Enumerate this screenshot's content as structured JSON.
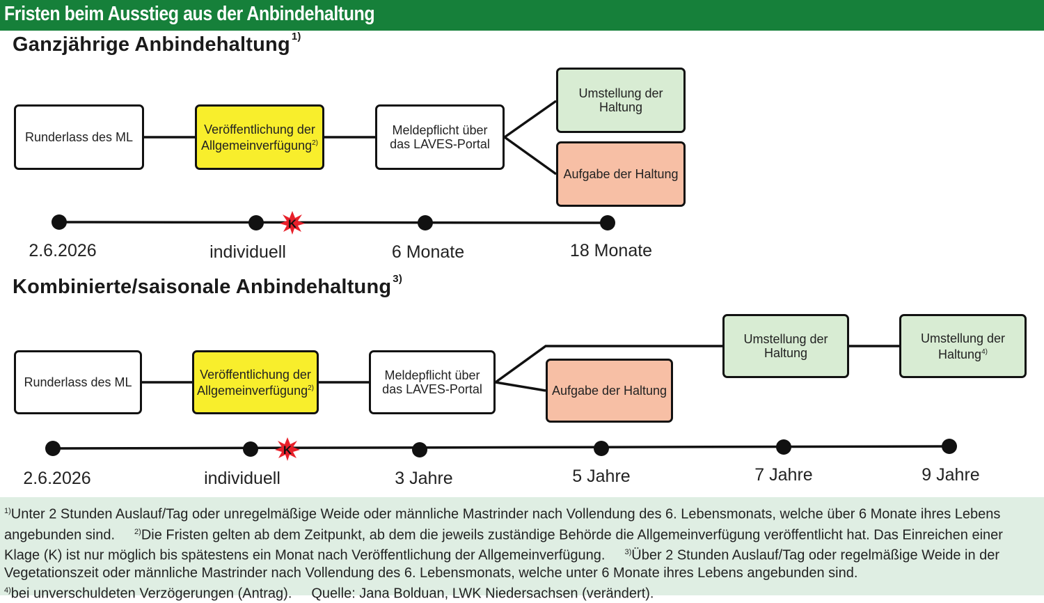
{
  "header": {
    "title": "Fristen beim Ausstieg aus der Anbindehaltung"
  },
  "section1": {
    "title": "Ganzjährige Anbindehaltung",
    "title_sup": "1)",
    "boxes": {
      "runderlass": "Runderlass des ML",
      "veroeffentlichung_l1": "Veröffentlichung der",
      "veroeffentlichung_l2": "Allgemeinverfügung",
      "veroeffentlichung_sup": "2)",
      "meldepflicht_l1": "Meldepflicht über",
      "meldepflicht_l2": "das LAVES-Portal",
      "umstellung_l1": "Umstellung der",
      "umstellung_l2": "Haltung",
      "aufgabe": "Aufgabe der Haltung"
    },
    "timeline": [
      "2.6.2026",
      "individuell",
      "6 Monate",
      "18 Monate"
    ],
    "klage_marker": "K"
  },
  "section2": {
    "title": "Kombinierte/saisonale Anbindehaltung",
    "title_sup": "3)",
    "boxes": {
      "runderlass": "Runderlass des ML",
      "veroeffentlichung_l1": "Veröffentlichung der",
      "veroeffentlichung_l2": "Allgemeinverfügung",
      "veroeffentlichung_sup": "2)",
      "meldepflicht_l1": "Meldepflicht über",
      "meldepflicht_l2": "das LAVES-Portal",
      "aufgabe": "Aufgabe der Haltung",
      "umstellung1_l1": "Umstellung der",
      "umstellung1_l2": "Haltung",
      "umstellung2_l1": "Umstellung der",
      "umstellung2_l2": "Haltung",
      "umstellung2_sup": "4)"
    },
    "timeline": [
      "2.6.2026",
      "individuell",
      "3 Jahre",
      "5 Jahre",
      "7 Jahre",
      "9 Jahre"
    ],
    "klage_marker": "K"
  },
  "footnotes": {
    "n1_mark": "1)",
    "n1": "Unter 2 Stunden Auslauf/Tag oder unregelmäßige Weide oder männliche Mastrinder nach Vollendung des 6. Lebensmonats, welche über 6 Monate ihres Lebens angebunden sind.",
    "n2_mark": "2)",
    "n2": "Die Fristen gelten ab dem Zeitpunkt, ab dem die jeweils zuständige Behörde die Allgemeinverfügung veröffentlicht hat. Das Einreichen einer Klage (K) ist nur möglich bis spätestens ein Monat nach Veröffentlichung der Allgemeinverfügung.",
    "n3_mark": "3)",
    "n3": "Über 2 Stunden Auslauf/Tag oder regelmäßige Weide in der Vegetationszeit oder männliche Mastrinder nach Vollendung des 6. Lebensmonats, welche unter 6 Monate ihres Lebens angebunden sind.",
    "n4_mark": "4)",
    "n4": "bei unverschuldeten Verzögerungen (Antrag).",
    "source": "Quelle: Jana Bolduan, LWK Niedersachsen (verändert)."
  },
  "colors": {
    "banner": "#16803a",
    "yellow": "#f8ee2c",
    "green": "#d8ecd3",
    "salmon": "#f7bfa5",
    "notes_bg": "#dfeee3",
    "klage": "#e8202a"
  }
}
